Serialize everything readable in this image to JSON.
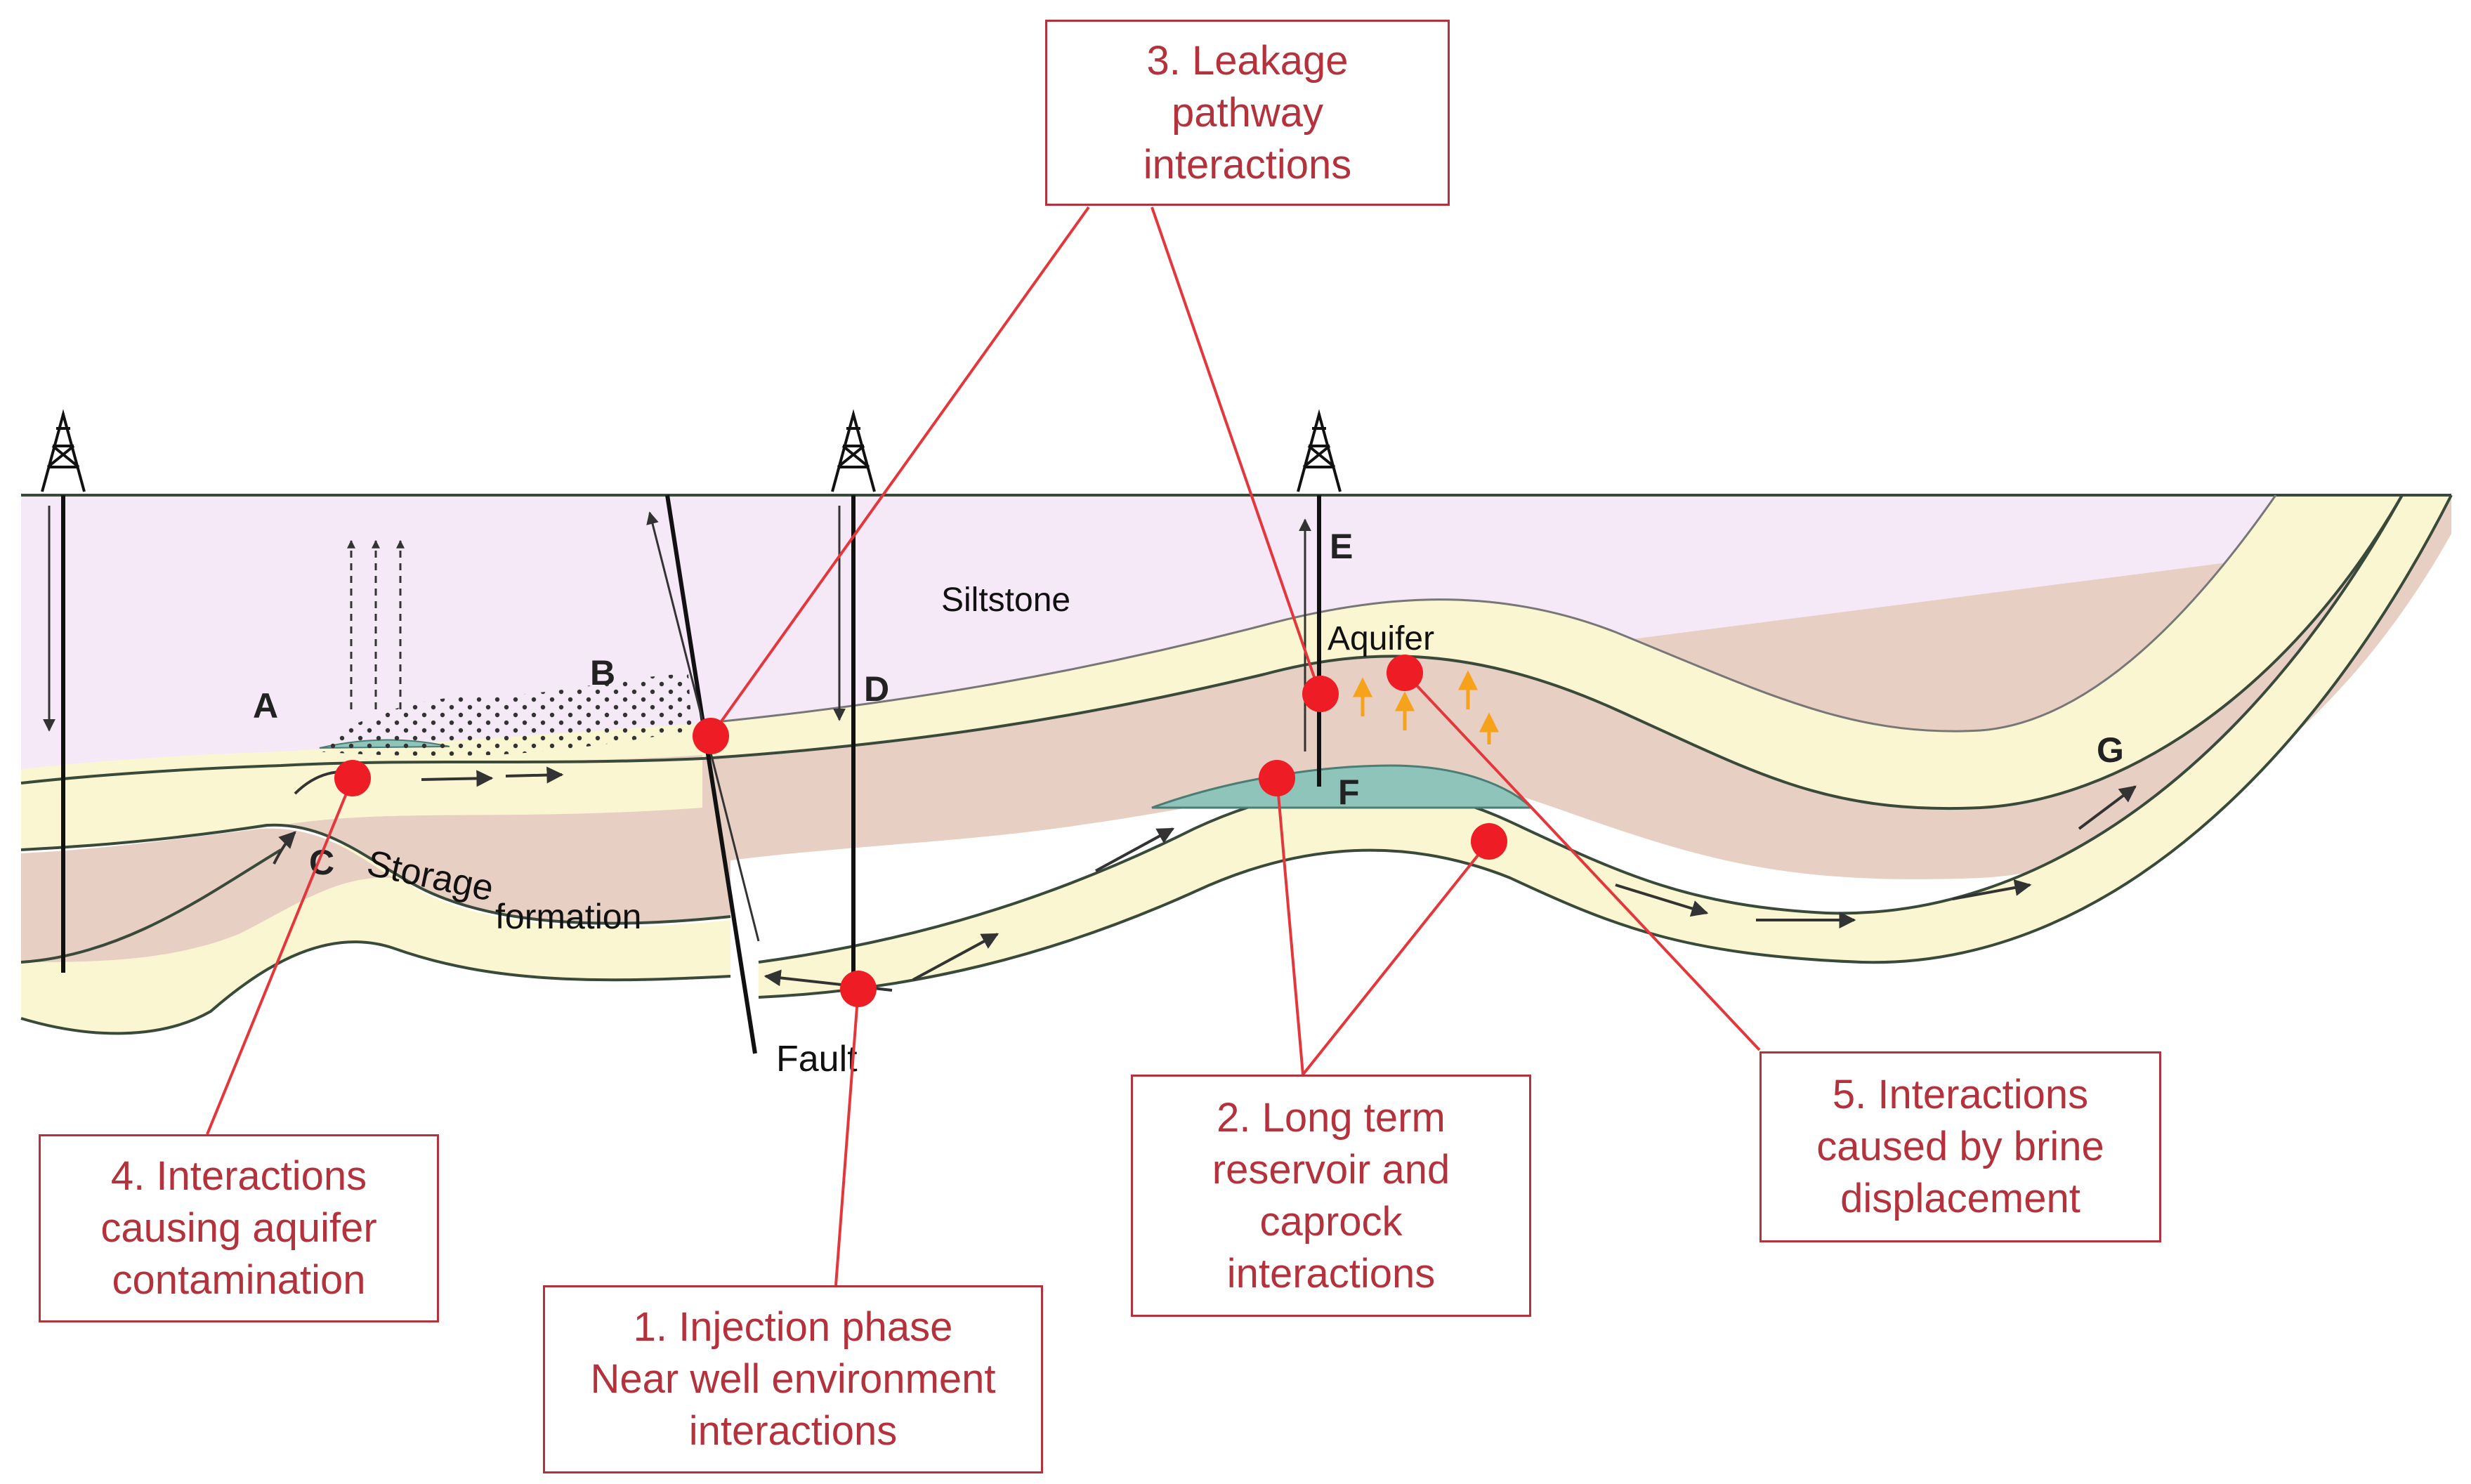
{
  "layers": {
    "siltstone": "Siltstone",
    "aquifer": "Aquifer",
    "storage_word1": "Storage",
    "storage_word2": "formation",
    "fault": "Fault"
  },
  "points": {
    "a": "A",
    "b": "B",
    "c": "C",
    "d": "D",
    "e": "E",
    "f": "F",
    "g": "G"
  },
  "callouts": {
    "c1": [
      "1. Injection phase",
      "Near well environment",
      "interactions"
    ],
    "c2": [
      "2. Long term",
      "reservoir and",
      "caprock",
      "interactions"
    ],
    "c3": [
      "3. Leakage",
      "pathway",
      "interactions"
    ],
    "c4": [
      "4. Interactions",
      "causing aquifer",
      "contamination"
    ],
    "c5": [
      "5. Interactions",
      "caused by brine",
      "displacement"
    ]
  },
  "colors": {
    "siltstone": "#f5e8f7",
    "sandstone": "#fbf6d2",
    "caprock_shale": "#e8cfc3",
    "co2_plume": "#8fc4bb",
    "callout_red": "#b3323c",
    "marker_red": "#ee1c24",
    "brine_arrow": "#f7a21b"
  },
  "icons": {
    "rig": "drilling-rig-icon",
    "marker": "interaction-marker-icon",
    "flow": "flow-arrow-icon"
  }
}
